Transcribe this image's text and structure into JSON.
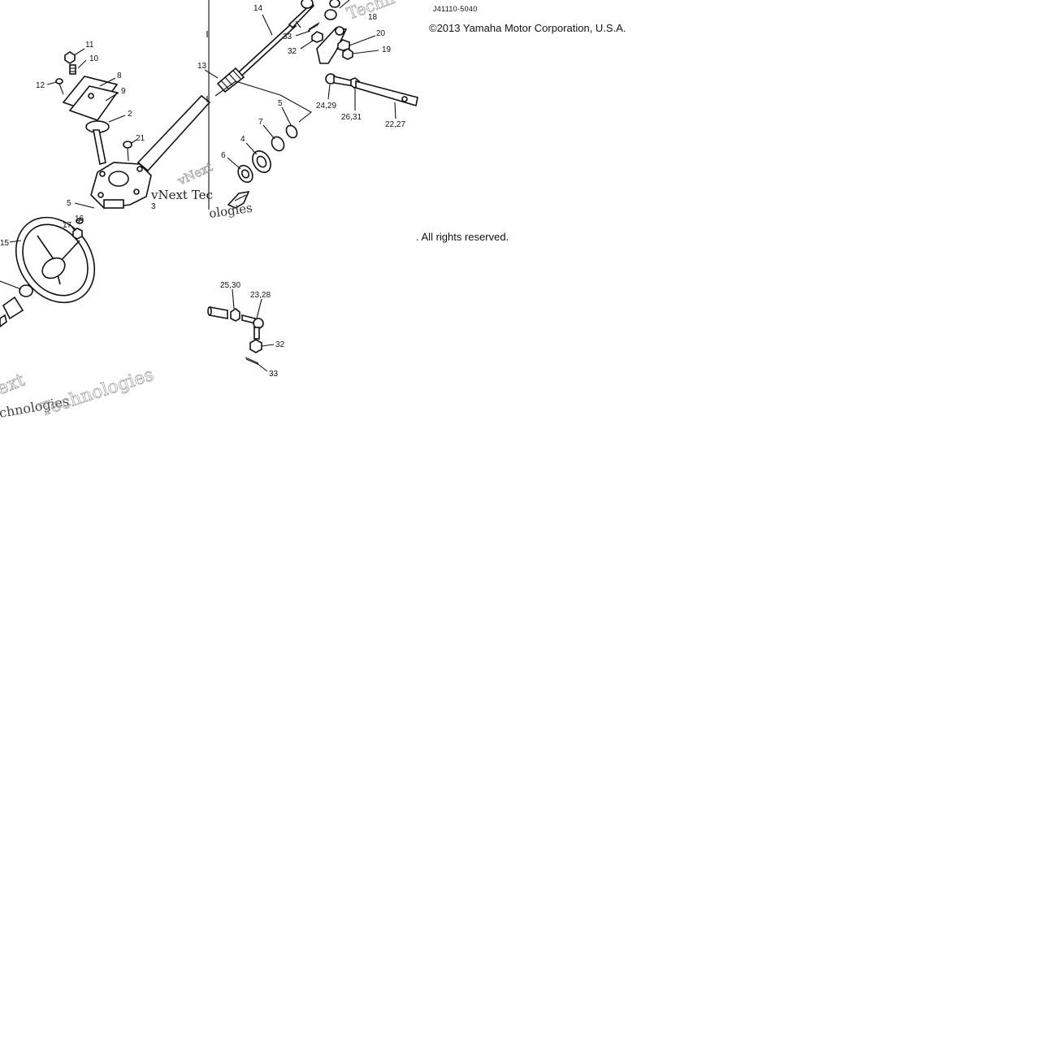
{
  "header": {
    "part_code": "J41110-5040",
    "copyright": "©2013 Yamaha Motor Corporation, U.S.A.",
    "rights": ". All rights reserved."
  },
  "watermark": {
    "line1": "vNext",
    "line2": "Technologies",
    "short": "vNext Tec",
    "fragment_ext": "ext",
    "fragment_chnologies": "chnologies",
    "fragment_ologies": "ologies",
    "fragment_techn": "Techn"
  },
  "callouts": [
    {
      "id": "c11",
      "label": "11"
    },
    {
      "id": "c10",
      "label": "10"
    },
    {
      "id": "c12",
      "label": "12"
    },
    {
      "id": "c8",
      "label": "8"
    },
    {
      "id": "c9",
      "label": "9"
    },
    {
      "id": "c2",
      "label": "2"
    },
    {
      "id": "c21",
      "label": "21"
    },
    {
      "id": "c5a",
      "label": "5"
    },
    {
      "id": "c3",
      "label": "3"
    },
    {
      "id": "c14",
      "label": "14"
    },
    {
      "id": "c13",
      "label": "13"
    },
    {
      "id": "c33a",
      "label": "33"
    },
    {
      "id": "c32a",
      "label": "32"
    },
    {
      "id": "c18",
      "label": "18"
    },
    {
      "id": "c20",
      "label": "20"
    },
    {
      "id": "c19",
      "label": "19"
    },
    {
      "id": "c24",
      "label": "24,29"
    },
    {
      "id": "c26",
      "label": "26,31"
    },
    {
      "id": "c22",
      "label": "22,27"
    },
    {
      "id": "c5b",
      "label": "5"
    },
    {
      "id": "c7",
      "label": "7"
    },
    {
      "id": "c4",
      "label": "4"
    },
    {
      "id": "c6",
      "label": "6"
    },
    {
      "id": "c17",
      "label": "17"
    },
    {
      "id": "c16",
      "label": "16"
    },
    {
      "id": "c15",
      "label": "15"
    },
    {
      "id": "c25",
      "label": "25,30"
    },
    {
      "id": "c23",
      "label": "23,28"
    },
    {
      "id": "c32b",
      "label": "32"
    },
    {
      "id": "c33b",
      "label": "33"
    }
  ]
}
